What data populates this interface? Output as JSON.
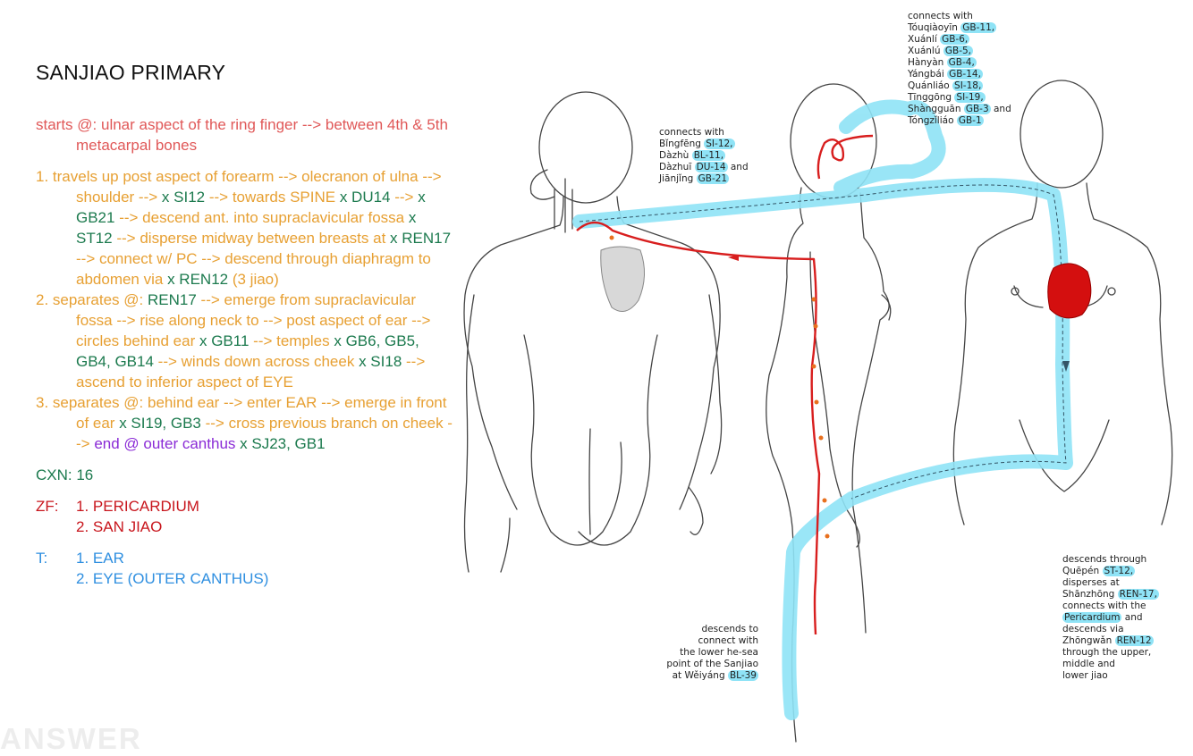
{
  "title": "SANJIAO PRIMARY",
  "starts": [
    {
      "t": "starts @: ulnar aspect of the ring finger --> between 4th & 5th metacarpal bones",
      "c": "c-red"
    }
  ],
  "step1": [
    {
      "t": "1. travels up post aspect of forearm --> olecranon of ulna --> shoulder --> ",
      "c": "c-org"
    },
    {
      "t": "x SI12",
      "c": "c-grn"
    },
    {
      "t": " --> towards SPINE ",
      "c": "c-org"
    },
    {
      "t": "x DU14",
      "c": "c-grn"
    },
    {
      "t": " --> ",
      "c": "c-org"
    },
    {
      "t": "x GB21",
      "c": "c-grn"
    },
    {
      "t": " --> descend ant. into supraclavicular fossa ",
      "c": "c-org"
    },
    {
      "t": "x ST12",
      "c": "c-grn"
    },
    {
      "t": " --> disperse midway between breasts at ",
      "c": "c-org"
    },
    {
      "t": "x REN17",
      "c": "c-grn"
    },
    {
      "t": " --> connect w/ PC --> descend through diaphragm to abdomen via ",
      "c": "c-org"
    },
    {
      "t": "x REN12",
      "c": "c-grn"
    },
    {
      "t": " (3 jiao)",
      "c": "c-org"
    }
  ],
  "step2": [
    {
      "t": "2. separates @: ",
      "c": "c-org"
    },
    {
      "t": "REN17",
      "c": "c-grn"
    },
    {
      "t": " --> emerge from supraclavicular fossa --> rise along neck to --> post aspect of ear --> circles behind ear ",
      "c": "c-org"
    },
    {
      "t": "x GB11",
      "c": "c-grn"
    },
    {
      "t": " --> temples ",
      "c": "c-org"
    },
    {
      "t": "x GB6, GB5, GB4, GB14",
      "c": "c-grn"
    },
    {
      "t": " --> winds down across cheek ",
      "c": "c-org"
    },
    {
      "t": "x SI18",
      "c": "c-grn"
    },
    {
      "t": " --> ascend to inferior aspect of EYE",
      "c": "c-org"
    }
  ],
  "step3": [
    {
      "t": "3. separates @: behind ear --> enter EAR --> emerge in front of ear ",
      "c": "c-org"
    },
    {
      "t": "x SI19, GB3",
      "c": "c-grn"
    },
    {
      "t": " --> cross previous branch on cheek --> ",
      "c": "c-org"
    },
    {
      "t": "end @ outer canthus",
      "c": "c-pur"
    },
    {
      "t": " x SJ23, GB1",
      "c": "c-grn"
    }
  ],
  "cxn": "CXN: 16",
  "zf": {
    "label": "ZF:",
    "items": [
      "1. PERICARDIUM",
      "2. SAN JIAO"
    ]
  },
  "t": {
    "label": "T:",
    "items": [
      "1. EAR",
      "2. EYE (OUTER CANTHUS)"
    ]
  },
  "watermark": "ANSWER",
  "annotations": {
    "upper_back": [
      {
        "t": "connects with"
      },
      {
        "t": "Bǐngfēng ",
        "h": "SI-12,"
      },
      {
        "t": "Dàzhù ",
        "h": "BL-11,"
      },
      {
        "t": "Dàzhuī ",
        "h": "DU-14",
        "a": " and"
      },
      {
        "t": "Jiānjǐng ",
        "h": "GB-21"
      }
    ],
    "head": [
      {
        "t": "connects with"
      },
      {
        "t": "Tóuqiàoyīn ",
        "h": "GB-11,"
      },
      {
        "t": "Xuánlí ",
        "h": "GB-6,"
      },
      {
        "t": "Xuánlú ",
        "h": "GB-5,"
      },
      {
        "t": "Hànyàn ",
        "h": "GB-4,"
      },
      {
        "t": "Yángbái ",
        "h": "GB-14,"
      },
      {
        "t": "Quánliáo ",
        "h": "SI-18,"
      },
      {
        "t": "Tīnggōng ",
        "h": "SI-19,"
      },
      {
        "t": "Shàngguān ",
        "h": "GB-3",
        "a": " and"
      },
      {
        "t": "Tóngzǐliáo ",
        "h": "GB-1"
      }
    ],
    "lower_side": [
      {
        "t": "descends to"
      },
      {
        "t": "connect with"
      },
      {
        "t": "the lower he-sea"
      },
      {
        "t": "point of the Sanjiao"
      },
      {
        "t": "at Wěiyáng ",
        "h": "BL-39"
      }
    ],
    "lower_right": [
      {
        "t": "descends through"
      },
      {
        "t": "Quēpén ",
        "h": "ST-12,"
      },
      {
        "t": "disperses at"
      },
      {
        "t": "Shānzhōng ",
        "h": "REN-17,"
      },
      {
        "t": "connects with the"
      },
      {
        "t": "",
        "h": "Pericardium",
        "a": " and"
      },
      {
        "t": "descends via"
      },
      {
        "t": "Zhōngwǎn ",
        "h": "REN-12"
      },
      {
        "t": "through the upper,"
      },
      {
        "t": "middle and"
      },
      {
        "t": "lower jiao"
      }
    ]
  },
  "colors": {
    "channel_highlight": "#8fe3f6",
    "channel_line": "#d81e1e",
    "heart": "#d40f0f"
  }
}
